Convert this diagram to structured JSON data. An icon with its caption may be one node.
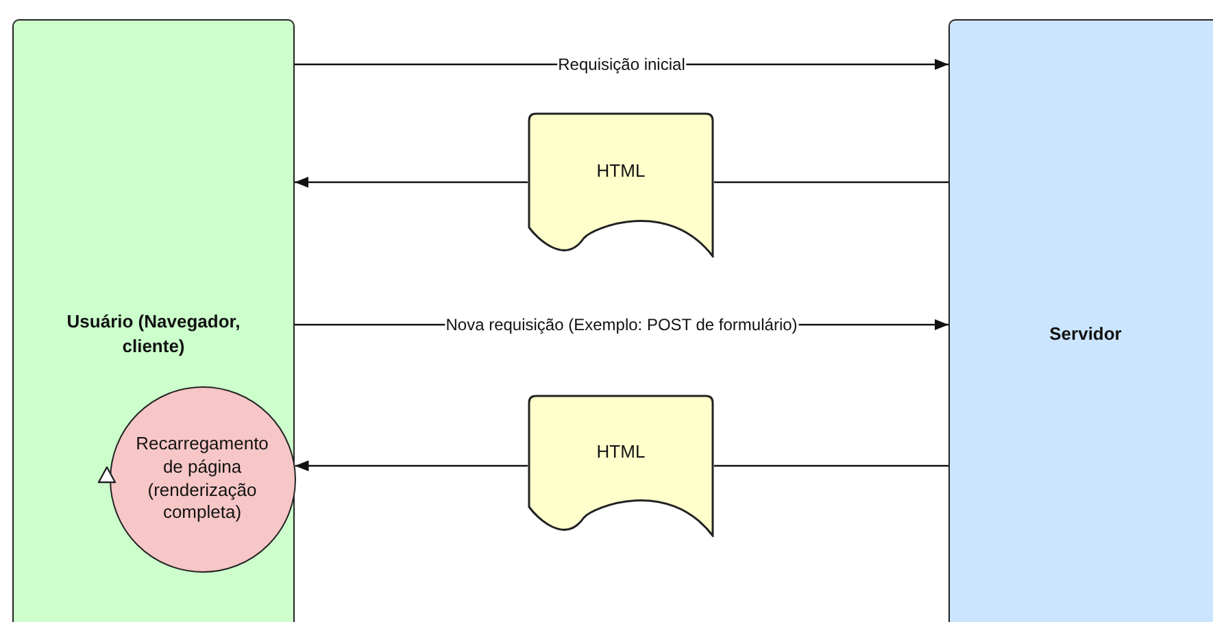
{
  "diagram": {
    "nodes": [
      {
        "text": [
          "Usuário (Navegador, cliente)"
        ]
      },
      {
        "text": [
          "Servidor"
        ]
      },
      {
        "text": [
          "HTML"
        ]
      },
      {
        "text": [
          "HTML"
        ]
      },
      {
        "text": [
          "Recarregamento de página (renderização completa)"
        ],
        "in": 0
      }
    ],
    "edges": [
      {
        "from": 0,
        "to": 1,
        "arrow": "to",
        "label": "Requisição inicial"
      },
      {
        "from": 1,
        "to": 2,
        "arrow": "none"
      },
      {
        "from": 2,
        "to": 0,
        "arrow": "to"
      },
      {
        "from": 0,
        "to": 1,
        "arrow": "to",
        "label": "Nova requisição (Exemplo: POST de formulário)"
      },
      {
        "from": 1,
        "to": 3,
        "arrow": "none"
      },
      {
        "from": 3,
        "to": 4,
        "arrow": "to"
      }
    ]
  }
}
